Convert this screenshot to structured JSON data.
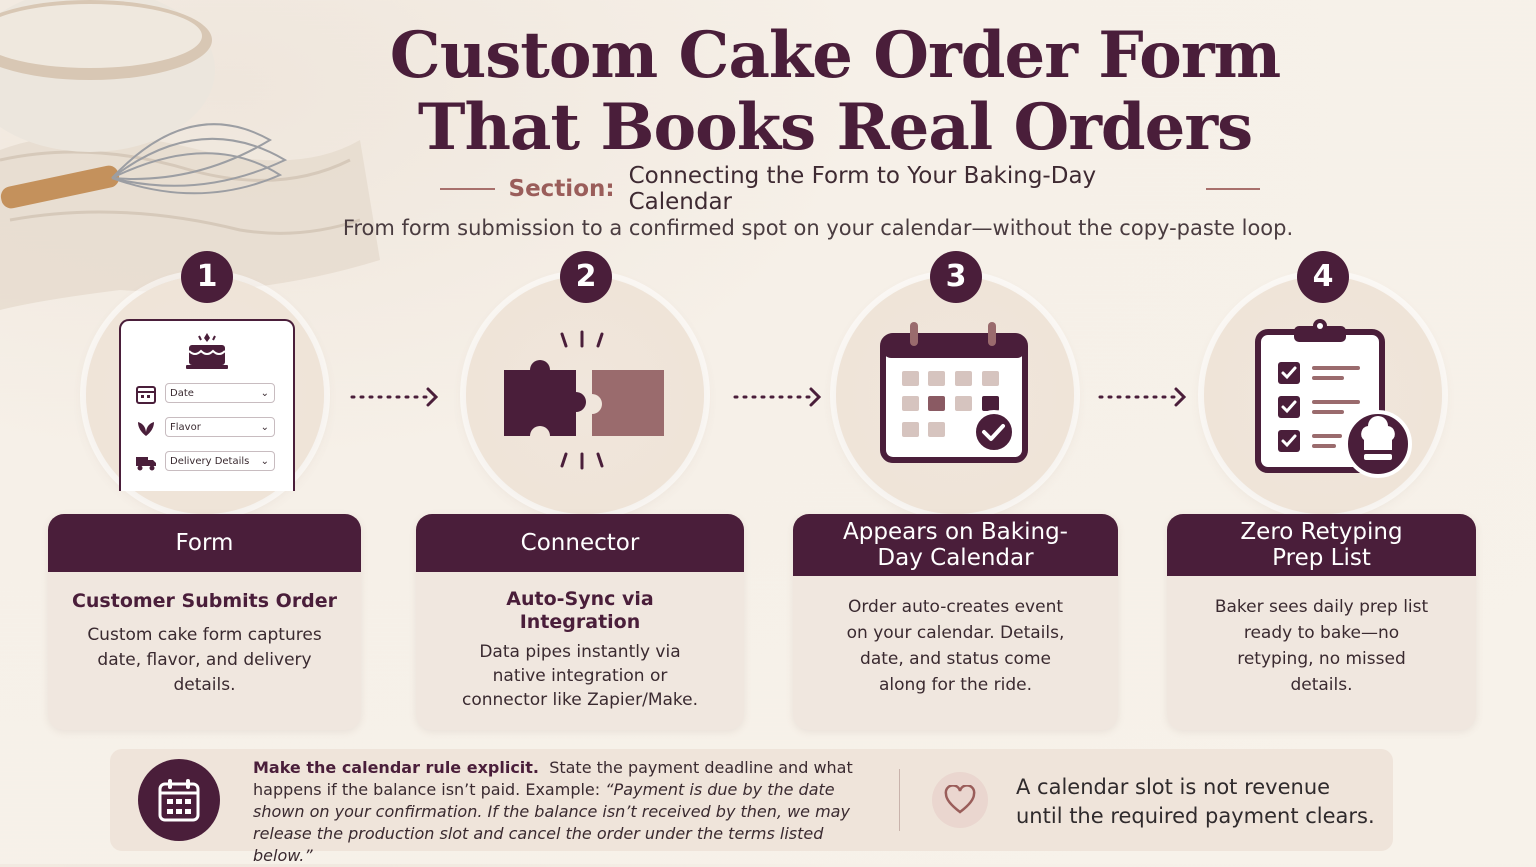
{
  "title_line1": "Custom Cake Order Form",
  "title_line2": "That Books Real Orders",
  "section_label": "Section:",
  "section_text": "Connecting the Form to Your Baking-Day Calendar",
  "subtitle": "From form submission to a confirmed spot on your calendar—without the copy-paste loop.",
  "steps": [
    {
      "number": "1",
      "heading": "Form",
      "sub": "Customer Submits Order",
      "body": "Custom cake form captures date, flavor, and delivery details.",
      "icon": "cake-form-icon"
    },
    {
      "number": "2",
      "heading": "Connector",
      "sub": "Auto-Sync via Integration",
      "body": "Data pipes instantly via native integration or connector like Zapier/Make.",
      "icon": "puzzle-icon"
    },
    {
      "number": "3",
      "heading": "Appears on Baking-Day Calendar",
      "sub": "",
      "body": "Order auto-creates event on your calendar. Details, date, and status come along for the ride.",
      "icon": "calendar-check-icon"
    },
    {
      "number": "4",
      "heading": "Zero Retyping Prep List",
      "sub": "",
      "body": "Baker sees daily prep list ready to bake—no retyping, no missed details.",
      "icon": "clipboard-chef-icon"
    }
  ],
  "form_fields": [
    {
      "label": "Date",
      "icon": "calendar-icon"
    },
    {
      "label": "Flavor",
      "icon": "leaf-icon"
    },
    {
      "label": "Delivery Details",
      "icon": "truck-icon"
    }
  ],
  "rule_bold": "Make the calendar rule explicit.",
  "rule_text": "State the payment deadline and what happens if the balance isn’t paid. Example:",
  "rule_example": "“Payment is due by the date shown on your confirmation. If the balance isn’t received by then, we may release the production slot and cancel the order under the terms listed below.”",
  "note": "A calendar slot is not revenue until the required payment clears.",
  "colors": {
    "plum": "#4a1e3a",
    "mauve": "#9a6b6d",
    "accent": "#9a5d5a",
    "background": "#f6f0e8"
  }
}
